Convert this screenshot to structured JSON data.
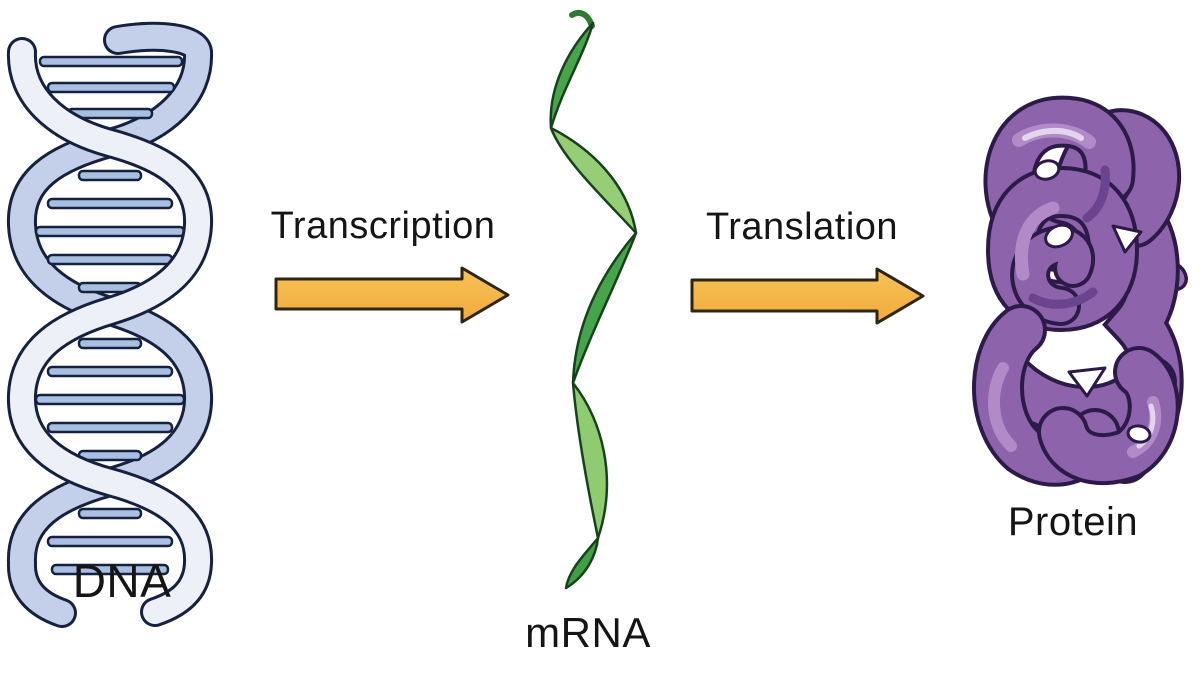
{
  "figure": {
    "kind": "biology-process-diagram",
    "flow": [
      {
        "process": "Transcription",
        "from": "DNA",
        "to": "mRNA"
      },
      {
        "process": "Translation",
        "from": "mRNA",
        "to": "Protein"
      }
    ]
  },
  "labels": {
    "dna": "DNA",
    "mrna": "mRNA",
    "protein": "Protein",
    "transcription": "Transcription",
    "translation": "Translation"
  },
  "colors": {
    "background": "#ffffff",
    "arrow_fill": "#f5b843",
    "arrow_outline": "#2e2410",
    "dna_strand_front": "#eef0f8",
    "dna_strand_back": "#c4d0ea",
    "dna_rung": "#a9bfe2",
    "dna_outline": "#16213f",
    "mrna_dark_green": "#46a54a",
    "mrna_light_green": "#96ce77",
    "mrna_outline": "#17421c",
    "protein_fill": "#8d63ab",
    "protein_highlight": "#b18bc7",
    "protein_outline": "#2c1b49",
    "label_color": "#151515"
  }
}
